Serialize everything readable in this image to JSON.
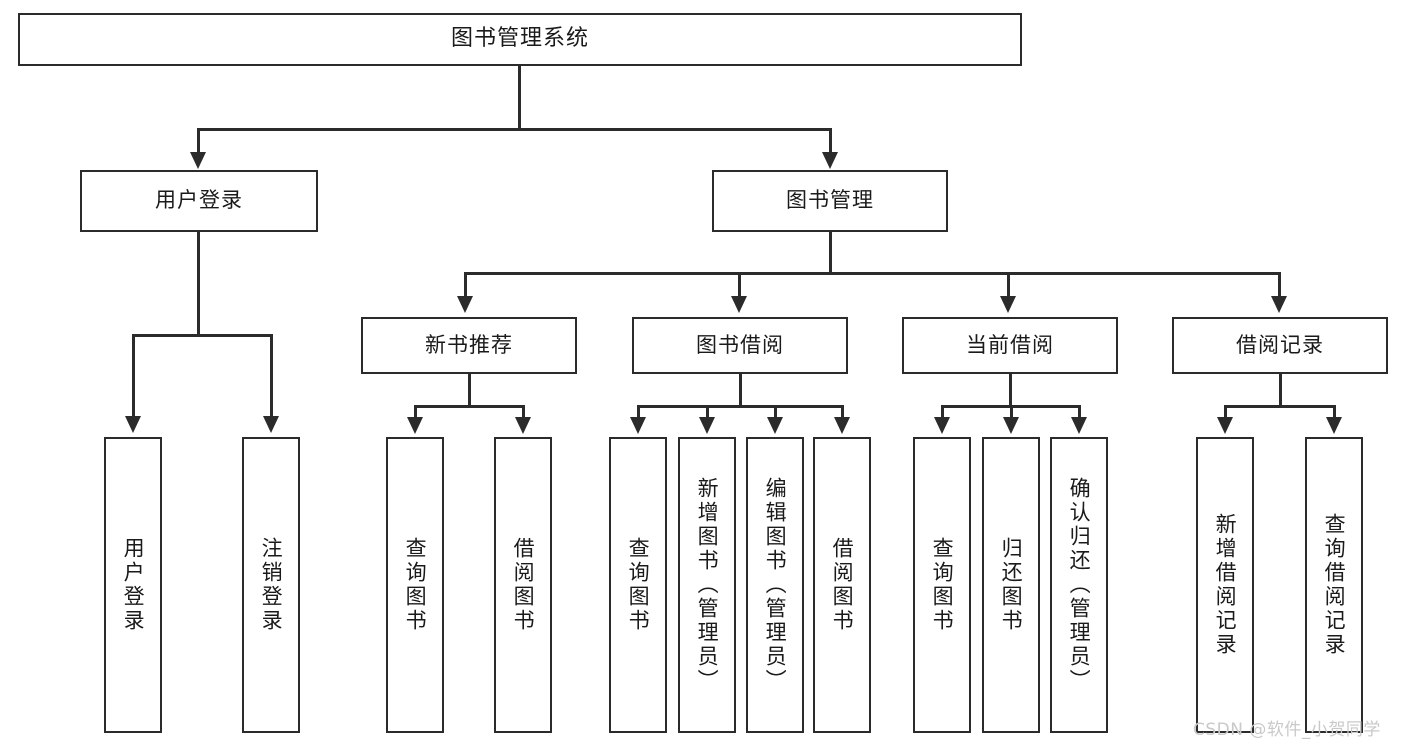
{
  "diagram": {
    "type": "tree-hierarchy-functional-decomposition",
    "title": "图书管理系统",
    "watermark": "CSDN @软件_小贺同学",
    "colors": {
      "stroke": "#2b2b2b",
      "fill": "#ffffff",
      "text": "#1a1a1a",
      "watermark": "#c9c9c9"
    },
    "levels": {
      "level0_label": "图书管理系统",
      "level1": [
        "用户登录",
        "图书管理"
      ],
      "level2": [
        "新书推荐",
        "图书借阅",
        "当前借阅",
        "借阅记录"
      ],
      "level3_groups": [
        {
          "parent": "用户登录",
          "children": [
            "用户登录",
            "注销登录"
          ]
        },
        {
          "parent": "新书推荐",
          "children": [
            "查询图书",
            "借阅图书"
          ]
        },
        {
          "parent": "图书借阅",
          "children": [
            "查询图书",
            "新增图书（管理员）",
            "编辑图书（管理员）",
            "借阅图书"
          ]
        },
        {
          "parent": "当前借阅",
          "children": [
            "查询图书",
            "归还图书",
            "确认归还（管理员）"
          ]
        },
        {
          "parent": "借阅记录",
          "children": [
            "新增借阅记录",
            "查询借阅记录"
          ]
        }
      ]
    },
    "nodes": {
      "root": "图书管理系统",
      "user_login": "用户登录",
      "book_manage": "图书管理",
      "new_book_rec": "新书推荐",
      "book_borrow": "图书借阅",
      "current_borrow": "当前借阅",
      "borrow_record": "借阅记录",
      "leaf_user_login": "用户登录",
      "leaf_logout": "注销登录",
      "leaf_query_book_a": "查询图书",
      "leaf_borrow_book_a": "借阅图书",
      "leaf_query_book_b": "查询图书",
      "leaf_add_book": "新增图书（管理员）",
      "leaf_edit_book": "编辑图书（管理员）",
      "leaf_borrow_book_b": "借阅图书",
      "leaf_query_book_c": "查询图书",
      "leaf_return_book": "归还图书",
      "leaf_confirm_return": "确认归还（管理员）",
      "leaf_add_record": "新增借阅记录",
      "leaf_query_record": "查询借阅记录"
    }
  }
}
